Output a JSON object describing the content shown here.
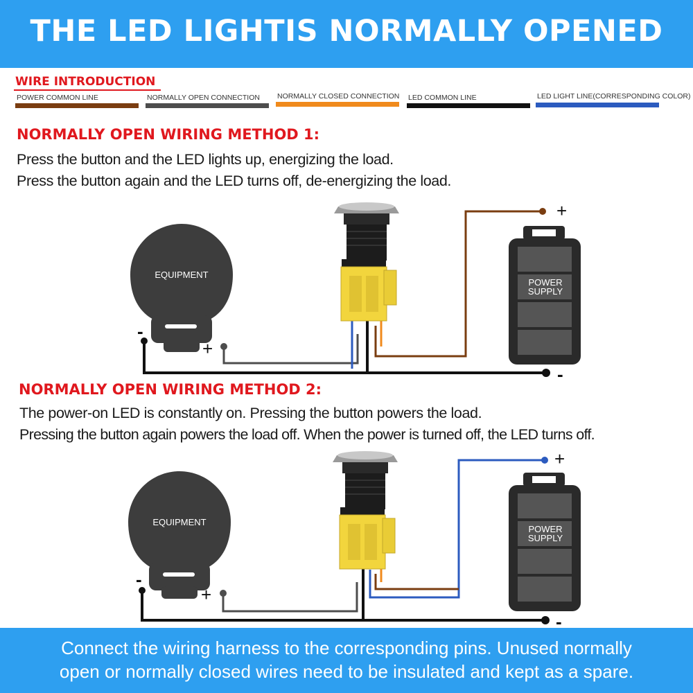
{
  "header": {
    "title": "THE LED LIGHTIS NORMALLY OPENED"
  },
  "wire_intro": {
    "title": "WIRE INTRODUCTION",
    "items": [
      {
        "label": "POWER COMMON LINE",
        "color": "#7a3d10"
      },
      {
        "label": "NORMALLY OPEN CONNECTION",
        "color": "#4d4d4d"
      },
      {
        "label": "NORMALLY CLOSED CONNECTION",
        "color": "#f08a1c"
      },
      {
        "label": "LED COMMON LINE",
        "color": "#111111"
      },
      {
        "label": "LED LIGHT LINE(CORRESPONDING COLOR)",
        "color": "#2c5bbf"
      }
    ]
  },
  "method1": {
    "title": "NORMALLY OPEN WIRING METHOD 1:",
    "lines": [
      "Press the button and the LED lights up, energizing the load.",
      "Press the button again and the LED turns  off, de-energizing the load."
    ],
    "equipment_label": "EQUIPMENT",
    "battery_label_1": "POWER",
    "battery_label_2": "SUPPLY",
    "plus": "+",
    "minus": "-"
  },
  "method2": {
    "title": "NORMALLY OPEN WIRING METHOD 2:",
    "lines": [
      "The power-on LED is constantly on. Pressing the button powers the load.",
      "Pressing the button again powers the load off. When the power is turned off, the LED turns off."
    ],
    "equipment_label": "EQUIPMENT",
    "battery_label_1": "POWER",
    "battery_label_2": "SUPPLY",
    "plus": "+",
    "minus": "-"
  },
  "footer": {
    "lines": [
      "Connect the wiring harness to the corresponding pins. Unused normally",
      "open or normally closed wires need to be insulated and kept as a spare."
    ]
  }
}
